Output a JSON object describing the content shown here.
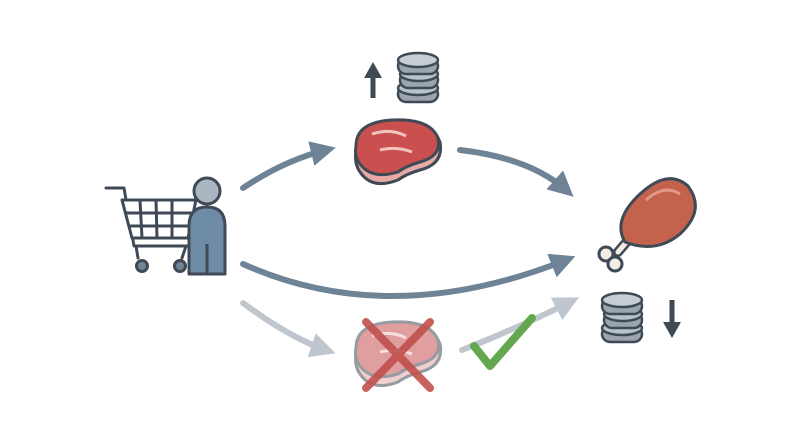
{
  "diagram": {
    "actors": {
      "consumer": "shopper-with-cart",
      "expensive_good": "steak",
      "substitute_good": "chicken-drumstick"
    },
    "price_signals": {
      "steak_price": "up",
      "chicken_price": "down"
    },
    "flows": [
      {
        "from": "shopper",
        "to": "steak",
        "style": "solid"
      },
      {
        "from": "steak",
        "to": "chicken",
        "style": "solid"
      },
      {
        "from": "shopper",
        "to": "chicken",
        "style": "solid"
      },
      {
        "from": "shopper",
        "to": "rejected-steak",
        "style": "faded"
      },
      {
        "from": "rejected-steak",
        "to": "chicken",
        "style": "faded"
      }
    ],
    "marks": {
      "rejected": "x-mark",
      "accepted": "check-mark"
    },
    "colors": {
      "arrow": "#6e8396",
      "arrow_faded": "#bfc6cd",
      "outline": "#3f4a56",
      "person": "#6f8ca6",
      "steak_red": "#c9504f",
      "steak_fat": "#f1c5bf",
      "chicken": "#c4634d",
      "coin": "#9aa5ae",
      "x_red": "#c0504d",
      "check_green": "#63a84f"
    }
  }
}
